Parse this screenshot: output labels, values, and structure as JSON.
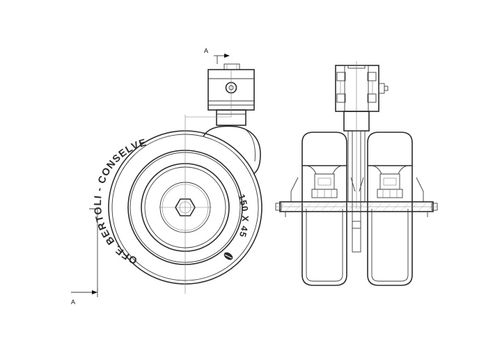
{
  "drawing": {
    "section_marker": "A",
    "brand_text": "OFF. BERTOLI - CONSELVE",
    "size_text": "150 X 45"
  }
}
